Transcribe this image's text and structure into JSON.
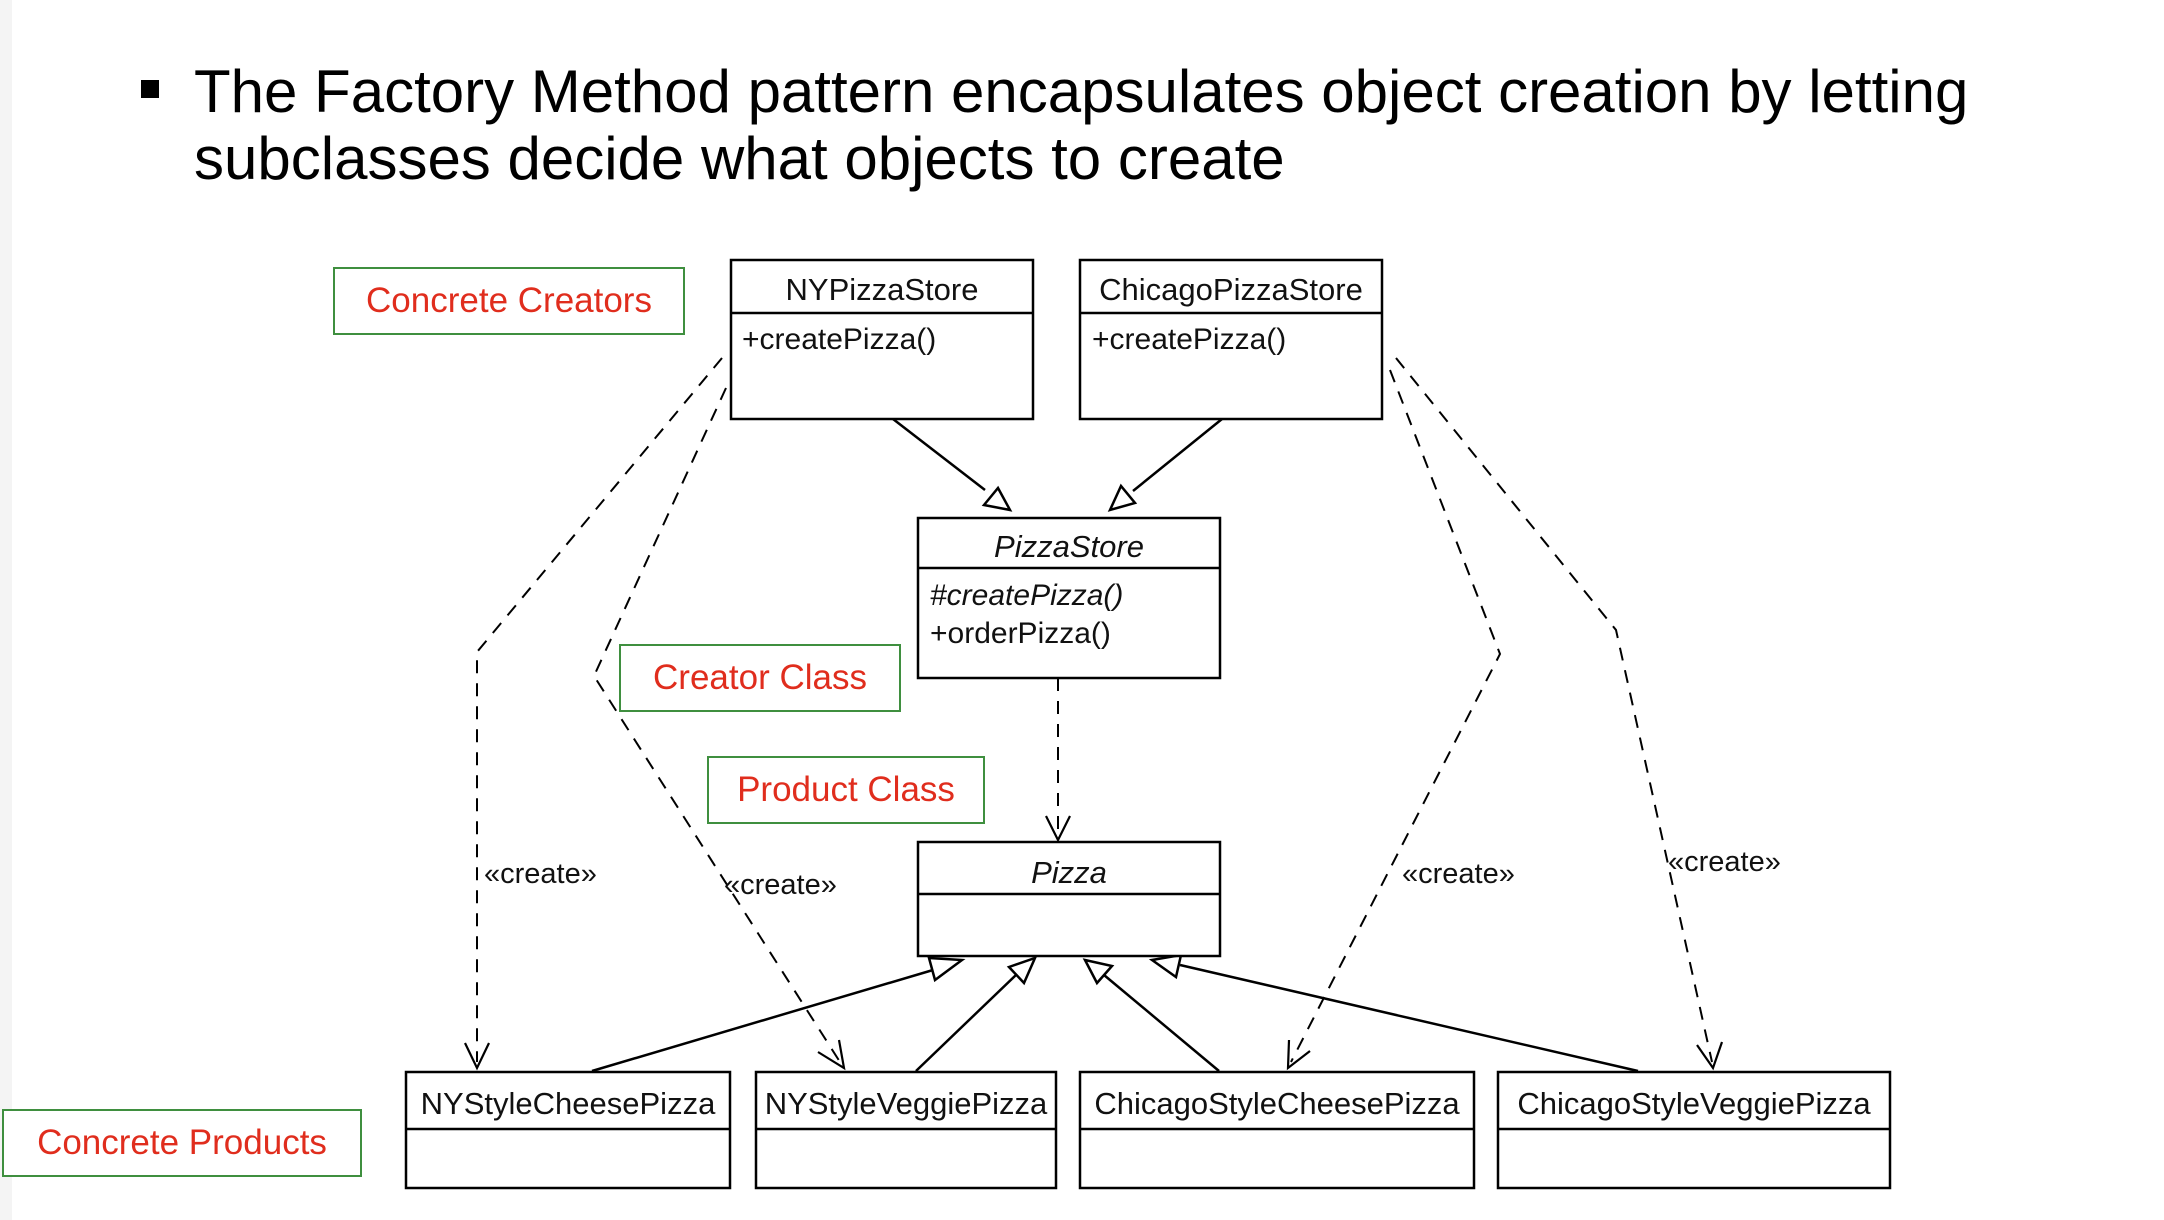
{
  "heading": {
    "line1": "The Factory Method pattern encapsulates object creation by letting",
    "line2": "subclasses decide what objects to create"
  },
  "callouts": {
    "concrete_creators": "Concrete Creators",
    "creator_class": "Creator Class",
    "product_class": "Product Class",
    "concrete_products": "Concrete Products"
  },
  "classes": {
    "ny_pizza_store": {
      "name": "NYPizzaStore",
      "methods": [
        "+createPizza()"
      ]
    },
    "chicago_pizza_store": {
      "name": "ChicagoPizzaStore",
      "methods": [
        "+createPizza()"
      ]
    },
    "pizza_store": {
      "name": "PizzaStore",
      "methods": [
        "#createPizza()",
        "+orderPizza()"
      ],
      "abstract": true
    },
    "pizza": {
      "name": "Pizza",
      "methods": [],
      "abstract": true
    },
    "ny_style_cheese_pizza": {
      "name": "NYStyleCheesePizza"
    },
    "ny_style_veggie_pizza": {
      "name": "NYStyleVeggiePizza"
    },
    "chicago_style_cheese_pizza": {
      "name": "ChicagoStyleCheesePizza"
    },
    "chicago_style_veggie_pizza": {
      "name": "ChicagoStyleVeggiePizza"
    }
  },
  "stereotypes": {
    "create_1": "«create»",
    "create_2": "«create»",
    "create_3": "«create»",
    "create_4": "«create»"
  },
  "colors": {
    "callout_text": "#e02d1d",
    "callout_border": "#3f8f3f",
    "uml_stroke": "#000000"
  }
}
